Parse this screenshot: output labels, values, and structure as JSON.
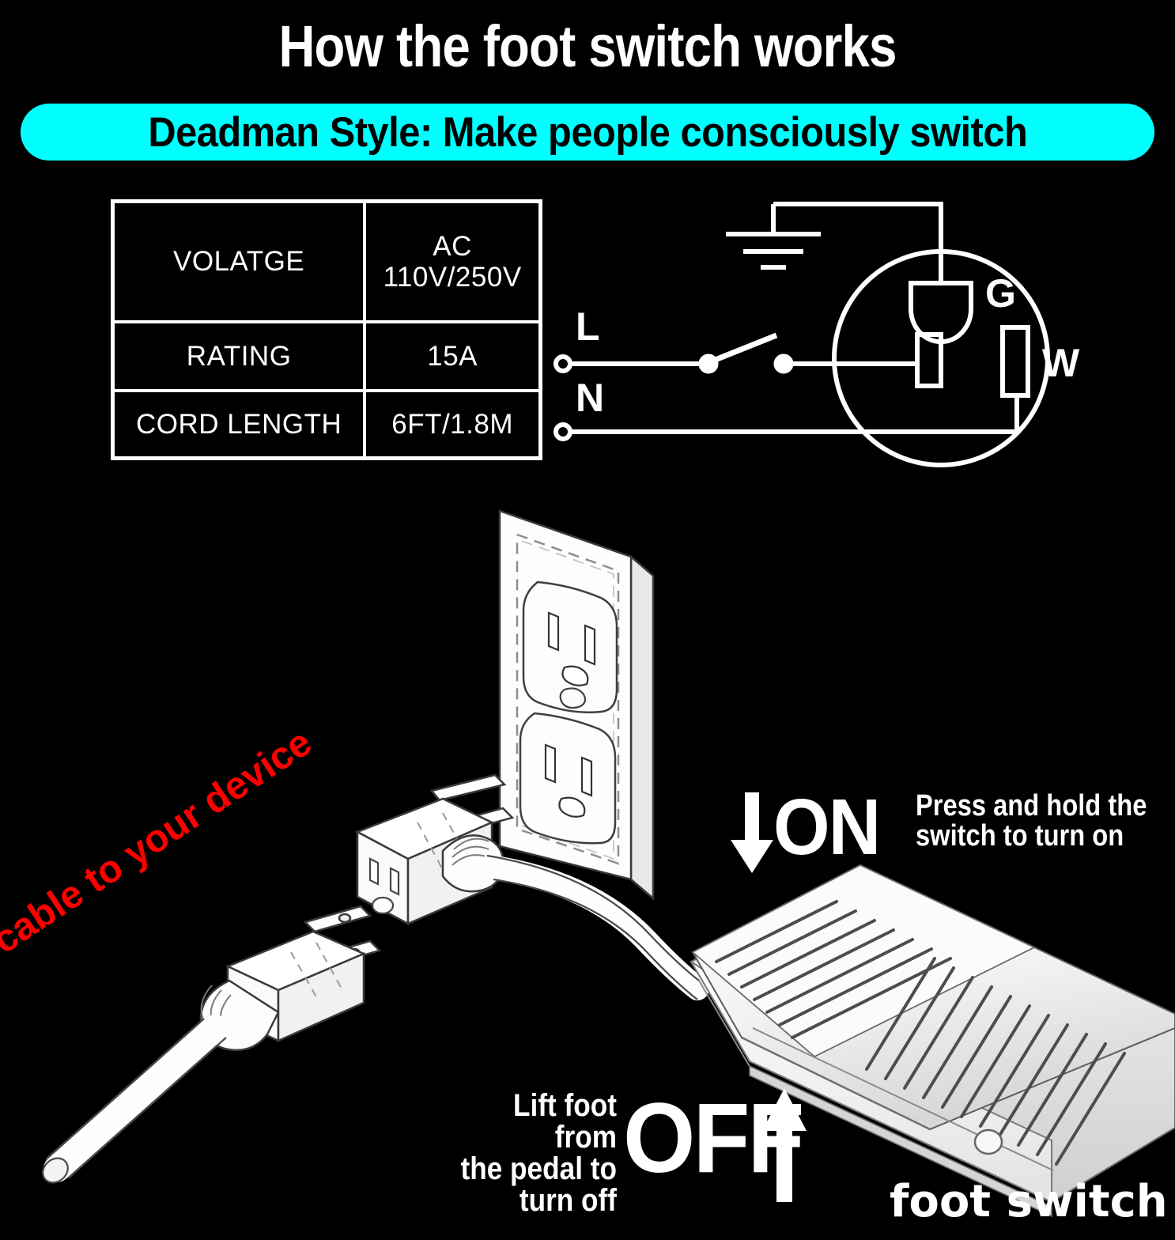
{
  "page": {
    "title": "How the foot switch works",
    "subtitle": "Deadman Style: Make people consciously switch",
    "background_color": "#000000",
    "accent_color": "#00FFFF",
    "callout_color": "#FF0000",
    "line_color": "#FFFFFF"
  },
  "spec_table": {
    "rows": [
      {
        "label": "VOLATGE",
        "value": "AC\n110V/250V",
        "value_line1": "AC",
        "value_line2": "110V/250V"
      },
      {
        "label": "RATING",
        "value": "15A",
        "value_line1": "15A",
        "value_line2": ""
      },
      {
        "label": "CORD LENGTH",
        "value": "6FT/1.8M",
        "value_line1": "6FT/1.8M",
        "value_line2": ""
      }
    ]
  },
  "wiring_diagram": {
    "terminal_line_label": "L",
    "terminal_neutral_label": "N",
    "ground_pin_label": "G",
    "neutral_slot_label": "W",
    "notes": "open single-pole switch between L terminal and plug hot slot; ground symbol wired to U-shaped G pin; N terminal wired to W slot"
  },
  "callouts": {
    "cable": "cable to your device",
    "on_word": "ON",
    "on_arrow": "down-arrow",
    "on_description_line1": "Press and hold the",
    "on_description_line2": "switch to turn on",
    "off_word": "OFF",
    "off_arrow": "up-arrow",
    "off_description_line1": "Lift foot from",
    "off_description_line2": "the pedal to",
    "off_description_line3": "turn off",
    "foot_switch": "foot switch"
  },
  "illustration": {
    "wall_outlet": "duplex-wall-receptacle",
    "inline_socket": "inline-socket-body",
    "device_plug": "three-prong-male-plug",
    "cord": "power-cord",
    "pedal": "ribbed-foot-pedal"
  }
}
